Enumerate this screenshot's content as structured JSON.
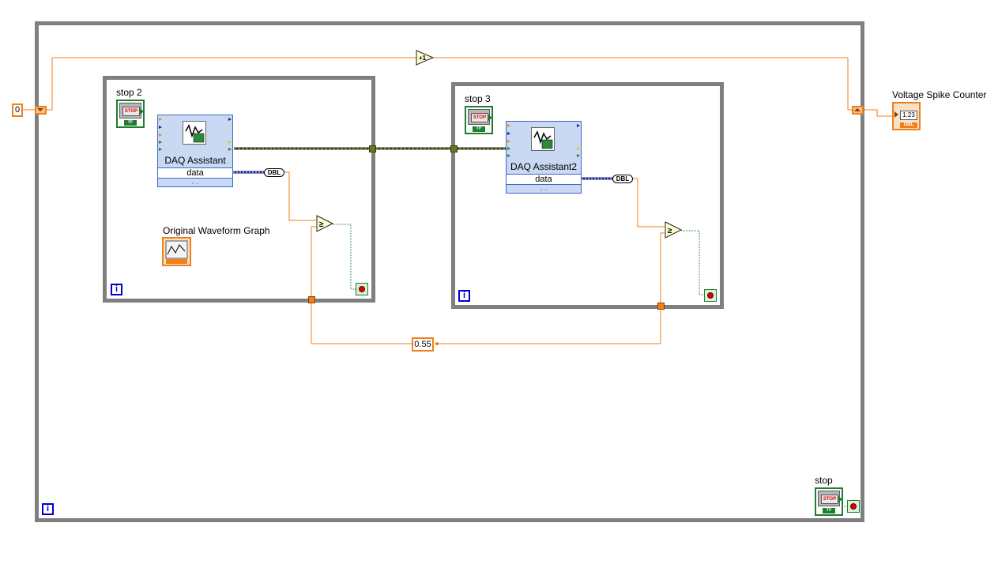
{
  "labels": {
    "stop2": "stop 2",
    "stop3": "stop 3",
    "stop": "stop",
    "waveform_graph": "Original Waveform Graph",
    "spike_counter": "Voltage Spike Counter"
  },
  "daq1": {
    "title": "DAQ Assistant",
    "output": "data",
    "foot": "⌄⌄"
  },
  "daq2": {
    "title": "DAQ Assistant2",
    "output": "data",
    "foot": "⌄⌄"
  },
  "constants": {
    "init": "0",
    "threshold": "0.55"
  },
  "terminals": {
    "dbl": "DBL",
    "increment": "+1",
    "compare": "≥",
    "iteration": "i",
    "stop_button": "STOP",
    "tf": "TF",
    "numeric": "1.23"
  },
  "colors": {
    "numeric_wire": "#f07f1c",
    "boolean_wire": "#1e7d2e",
    "error_wire": "#c8b400",
    "waveform_wire": "#1a1a8c",
    "loop_border": "#7f7f7f"
  }
}
